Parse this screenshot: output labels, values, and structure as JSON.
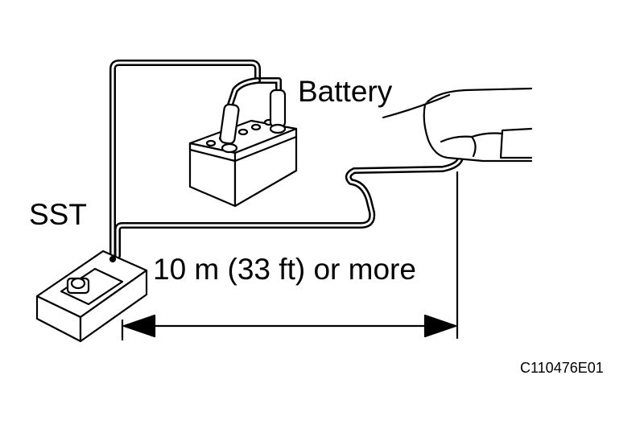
{
  "labels": {
    "battery": "Battery",
    "sst": "SST",
    "distance": "10 m (33 ft) or more",
    "figure_code": "C110476E01"
  },
  "colors": {
    "ink": "#000000",
    "paper": "#ffffff"
  },
  "icons": [
    "battery-icon",
    "sst-tester-icon",
    "hand-icon",
    "dimension-arrow"
  ]
}
